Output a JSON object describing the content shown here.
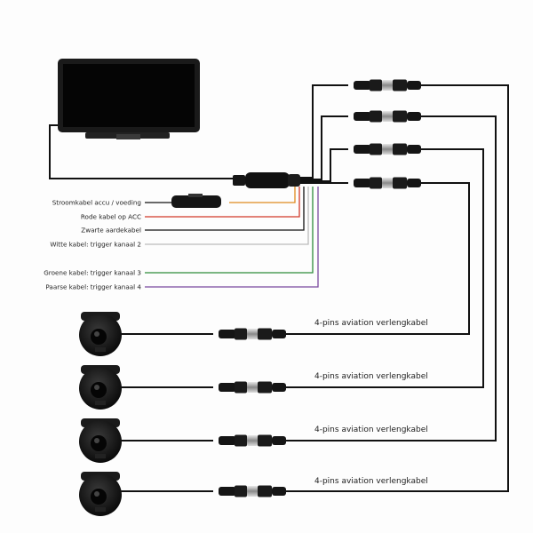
{
  "labels": {
    "power": "Stroomkabel accu / voeding",
    "acc": "Rode kabel op ACC",
    "ground": "Zwarte aardekabel",
    "trigger2": "Witte kabel: trigger kanaal 2",
    "trigger3": "Groene kabel: trigger kanaal 3",
    "trigger4": "Paarse kabel: trigger kanaal 4"
  },
  "cables": [
    {
      "label": "4-pins aviation verlengkabel"
    },
    {
      "label": "4-pins aviation verlengkabel"
    },
    {
      "label": "4-pins aviation verlengkabel"
    },
    {
      "label": "4-pins aviation verlengkabel"
    }
  ],
  "colors": {
    "cable": "#111111",
    "acc_wire": "#d23a2a",
    "power_wire": "#e08a1e",
    "ground_wire": "#111111",
    "white_wire": "#bbbbbb",
    "green_wire": "#2e8b3a",
    "purple_wire": "#7a4aa0"
  }
}
